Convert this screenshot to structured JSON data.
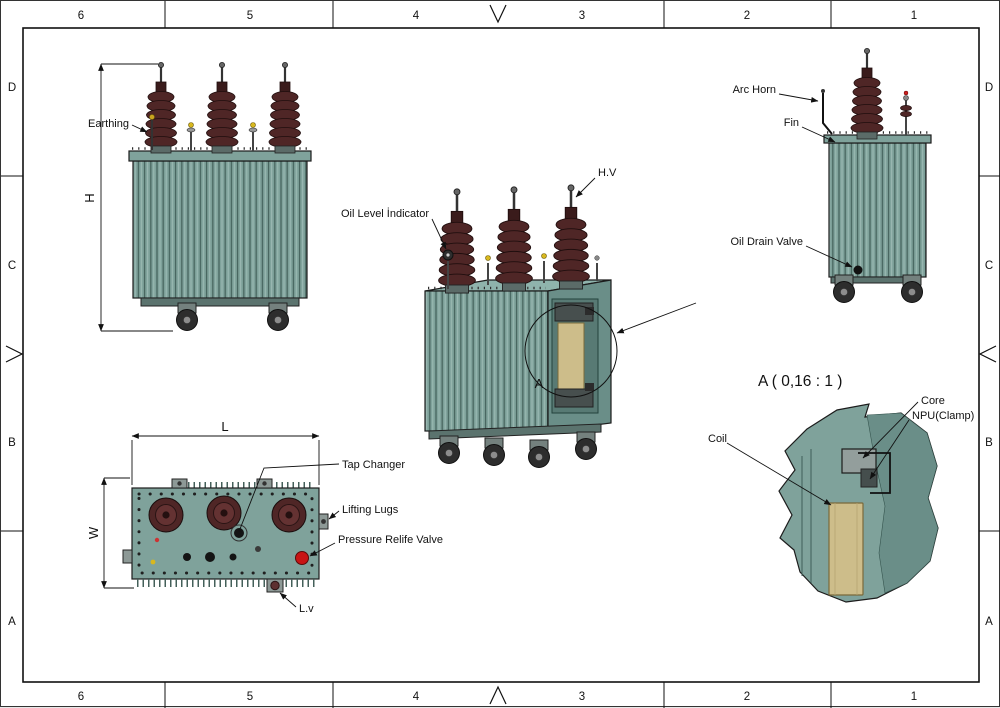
{
  "frame": {
    "top": [
      "6",
      "5",
      "4",
      "3",
      "2",
      "1"
    ],
    "bottom": [
      "6",
      "5",
      "4",
      "3",
      "2",
      "1"
    ],
    "left": [
      "D",
      "C",
      "B",
      "A"
    ],
    "right": [
      "D",
      "C",
      "B",
      "A"
    ]
  },
  "front_view": {
    "earthing": "Earthing",
    "height_dim": "H"
  },
  "iso_view": {
    "oil_level": "Oil Level İndicator",
    "hv": "H.V",
    "detail_mark": "A"
  },
  "side_view": {
    "arc_horn": "Arc Horn",
    "fin": "Fin",
    "oil_drain": "Oil Drain Valve"
  },
  "top_view": {
    "length_dim": "L",
    "width_dim": "W",
    "tap_changer": "Tap Changer",
    "lifting_lugs": "Lifting Lugs",
    "pressure_valve": "Pressure Relife Valve",
    "lv": "L.v"
  },
  "detail_view": {
    "title": "A ( 0,16 : 1 )",
    "core": "Core",
    "npu": "NPU(Clamp)",
    "coil": "Coil"
  },
  "colors": {
    "tank": "#7fa29b",
    "tank_side": "#6a8e88",
    "tank_top": "#8fb3ac",
    "bushing": "#4f2626",
    "coil": "#cdbd8a",
    "valve_red": "#c81414",
    "line": "#1c1c1c"
  }
}
